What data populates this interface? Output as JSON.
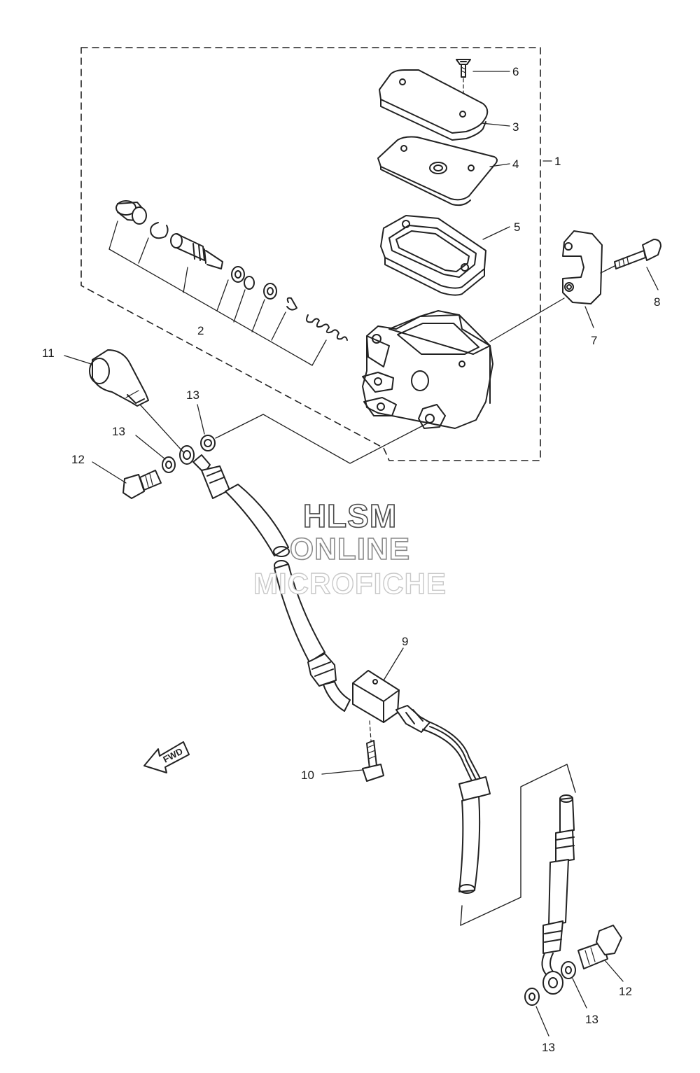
{
  "callouts": {
    "c1": "1",
    "c2": "2",
    "c3": "3",
    "c4": "4",
    "c5": "5",
    "c6": "6",
    "c7": "7",
    "c8": "8",
    "c9": "9",
    "c10": "10",
    "c11": "11",
    "c12a": "12",
    "c12b": "12",
    "c13a": "13",
    "c13b": "13",
    "c13c": "13",
    "c13d": "13"
  },
  "watermark": {
    "line1": "HLSM",
    "line2": "ONLINE",
    "line3": "MICROFICHE"
  },
  "fwd_label": "FWD"
}
